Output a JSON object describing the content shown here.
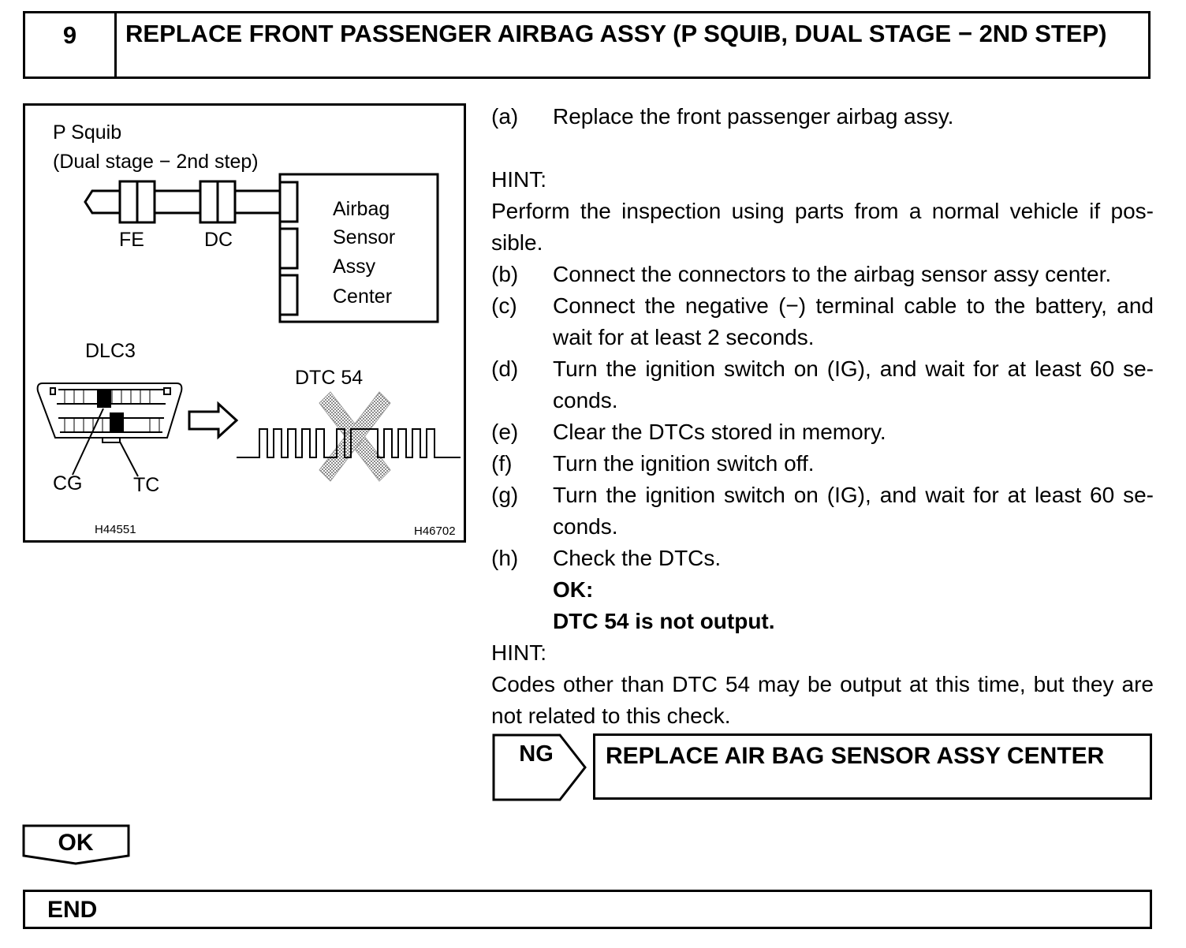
{
  "step": {
    "number": "9",
    "title": "REPLACE FRONT PASSENGER AIRBAG ASSY (P SQUIB, DUAL STAGE − 2ND STEP)"
  },
  "figure": {
    "squib_label_1": "P Squib",
    "squib_label_2": "(Dual stage − 2nd step)",
    "connector_fe": "FE",
    "connector_dc": "DC",
    "sensor_line_1": "Airbag",
    "sensor_line_2": "Sensor",
    "sensor_line_3": "Assy",
    "sensor_line_4": "Center",
    "dlc_label": "DLC3",
    "dtc_label": "DTC 54",
    "cg_label": "CG",
    "tc_label": "TC",
    "code_left": "H44551",
    "code_right": "H46702"
  },
  "instructions": {
    "a_label": "(a)",
    "a_text": "Replace the front passenger airbag assy.",
    "hint1_title": "HINT:",
    "hint1_text": "Perform the inspection using parts from a normal vehicle if pos-sible.",
    "b_label": "(b)",
    "b_text": "Connect the connectors to the airbag sensor assy center.",
    "c_label": "(c)",
    "c_text": "Connect the negative (−) terminal cable to the battery, and wait for at least 2 seconds.",
    "d_label": "(d)",
    "d_text": "Turn the ignition switch on (IG), and wait for at least 60 se-conds.",
    "e_label": "(e)",
    "e_text": "Clear the DTCs stored in memory.",
    "f_label": "(f)",
    "f_text": "Turn the ignition switch off.",
    "g_label": "(g)",
    "g_text": "Turn the ignition switch on (IG), and wait for at least 60 se-conds.",
    "h_label": "(h)",
    "h_text": "Check the DTCs.",
    "ok_title": "OK:",
    "ok_text": "DTC 54 is not output.",
    "hint2_title": "HINT:",
    "hint2_text": "Codes other than DTC 54 may be output at this time, but they are not related to this check."
  },
  "ng": {
    "label": "NG",
    "action": "REPLACE AIR BAG SENSOR ASSY CENTER"
  },
  "ok_flow": {
    "label": "OK"
  },
  "end": {
    "label": "END"
  }
}
